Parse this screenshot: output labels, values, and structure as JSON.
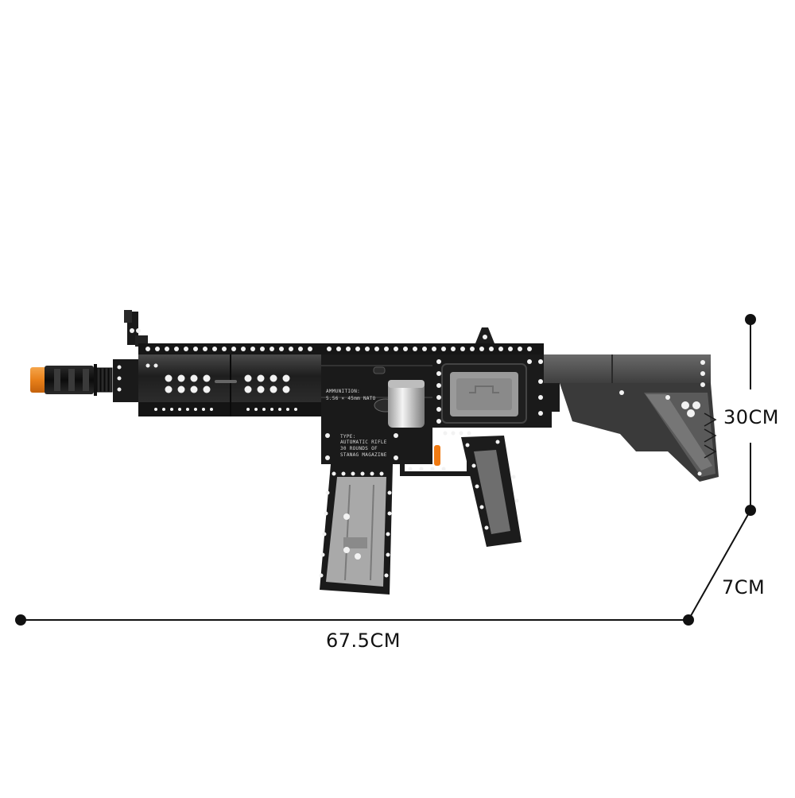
{
  "diagram": {
    "subject": "Brick-built automatic rifle model",
    "dimensions": {
      "length": "67.5CM",
      "height": "30CM",
      "depth": "7CM"
    },
    "engravings": {
      "ammunition_line1": "AMMUNITION:",
      "ammunition_line2": "5.56 × 45mm NATO",
      "type_line1": "TYPE:",
      "type_line2": "AUTOMATIC RIFLE",
      "type_line3": "30 ROUNDS OF",
      "type_line4": "STANAG MAGAZINE"
    },
    "colors": {
      "body": "#1c1c1c",
      "body_light": "#3a3a3a",
      "stock_gray": "#5a5a5a",
      "magazine_gray": "#a9a9a9",
      "muzzle_orange": "#f08a1c",
      "trigger_orange": "#f07a12",
      "pin_white": "#f2f2f2",
      "line": "#111111"
    }
  }
}
